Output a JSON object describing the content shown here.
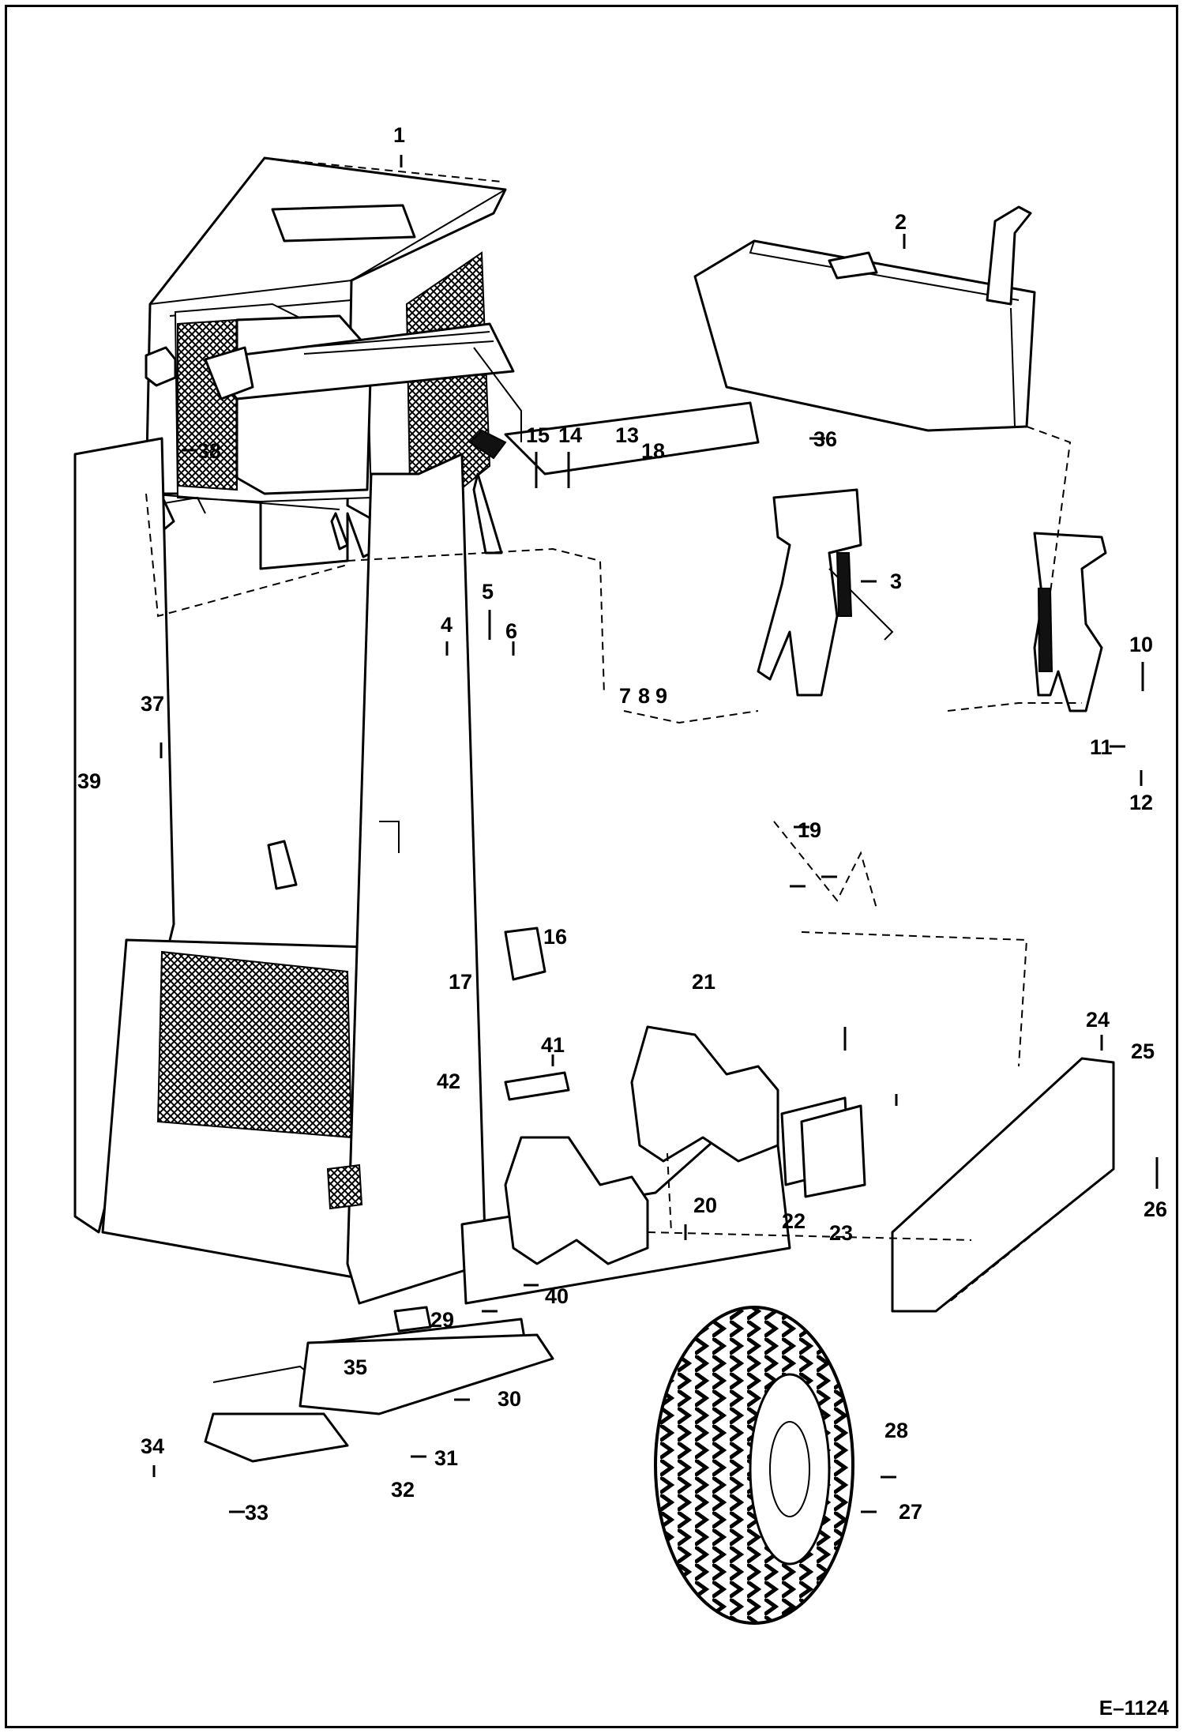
{
  "drawing_code": "E–1124",
  "callouts": [
    "1",
    "2",
    "3",
    "4",
    "5",
    "6",
    "7",
    "8",
    "9",
    "10",
    "11",
    "12",
    "13",
    "14",
    "15",
    "16",
    "17",
    "18",
    "19",
    "20",
    "21",
    "22",
    "23",
    "24",
    "25",
    "26",
    "27",
    "28",
    "29",
    "30",
    "31",
    "32",
    "33",
    "34",
    "35",
    "36",
    "37",
    "38",
    "39",
    "40",
    "41",
    "42"
  ]
}
